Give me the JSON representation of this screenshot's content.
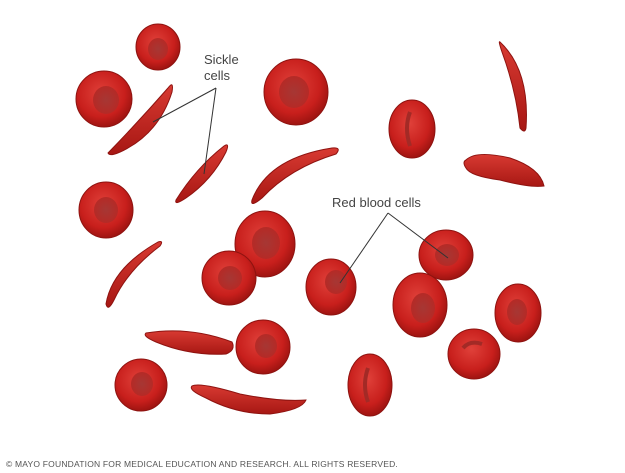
{
  "labels": {
    "sickle_cells_line1": "Sickle",
    "sickle_cells_line2": "cells",
    "red_blood_cells": "Red blood cells"
  },
  "copyright": "© MAYO FOUNDATION FOR MEDICAL EDUCATION AND RESEARCH. ALL RIGHTS RESERVED.",
  "colors": {
    "cell_fill": "#c8201e",
    "cell_dark": "#9a1512",
    "cell_center": "#a8302e",
    "leader_line": "#333333",
    "text": "#444444"
  }
}
